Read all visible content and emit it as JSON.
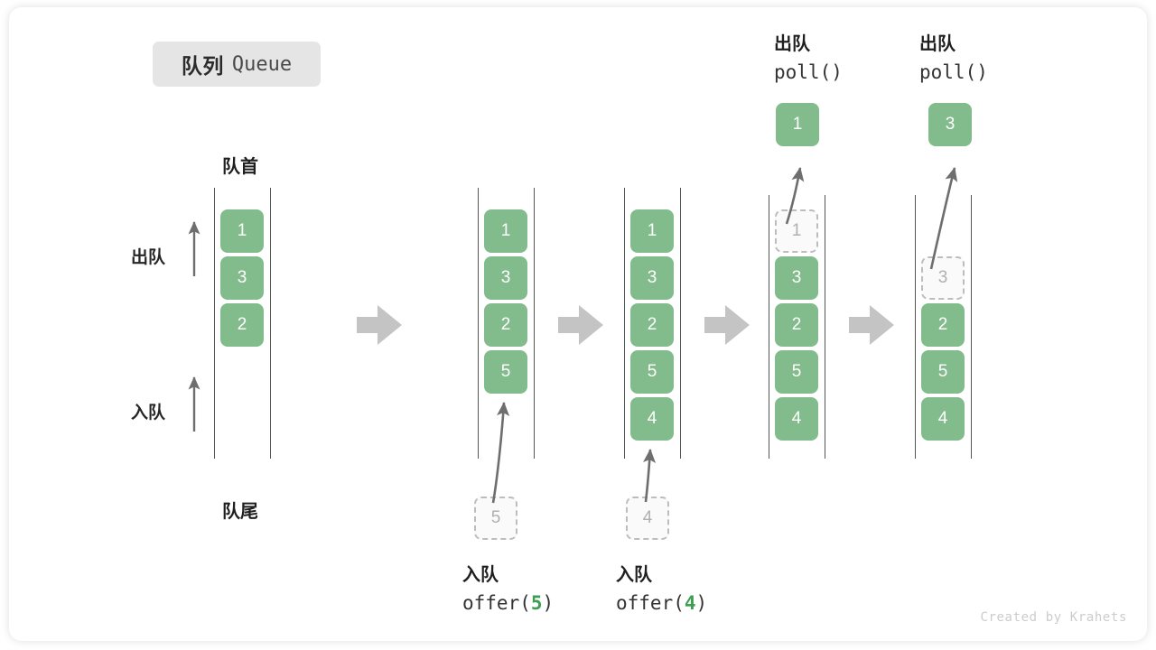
{
  "title": {
    "cn": "队列",
    "en": "Queue"
  },
  "labels": {
    "head": "队首",
    "tail": "队尾",
    "dequeue": "出队",
    "enqueue": "入队"
  },
  "watermark": "Created by Krahets",
  "colors": {
    "box_fill": "#82bc8c",
    "box_text": "#ffffff",
    "ghost_border": "#bdbdbd",
    "ghost_text": "#b0b0b0",
    "rail": "#555555",
    "flow_arrow": "#c4c4c4",
    "accent_green": "#3e9e52",
    "badge_bg": "#e5e5e5"
  },
  "stages": [
    {
      "id": "stage-1",
      "name": "initial-queue",
      "slots": [
        {
          "value": "1",
          "state": "filled"
        },
        {
          "value": "3",
          "state": "filled"
        },
        {
          "value": "2",
          "state": "filled"
        }
      ]
    },
    {
      "id": "stage-2",
      "name": "after-offer-5",
      "slots": [
        {
          "value": "1",
          "state": "filled"
        },
        {
          "value": "3",
          "state": "filled"
        },
        {
          "value": "2",
          "state": "filled"
        },
        {
          "value": "5",
          "state": "filled"
        }
      ],
      "external": {
        "value": "5",
        "state": "ghost",
        "position": "below"
      },
      "caption_cn": "入队",
      "caption_code_pre": "offer(",
      "caption_code_val": "5",
      "caption_code_post": ")"
    },
    {
      "id": "stage-3",
      "name": "after-offer-4",
      "slots": [
        {
          "value": "1",
          "state": "filled"
        },
        {
          "value": "3",
          "state": "filled"
        },
        {
          "value": "2",
          "state": "filled"
        },
        {
          "value": "5",
          "state": "filled"
        },
        {
          "value": "4",
          "state": "filled"
        }
      ],
      "external": {
        "value": "4",
        "state": "ghost",
        "position": "below"
      },
      "caption_cn": "入队",
      "caption_code_pre": "offer(",
      "caption_code_val": "4",
      "caption_code_post": ")"
    },
    {
      "id": "stage-4",
      "name": "after-poll-1",
      "slots": [
        {
          "value": "1",
          "state": "ghost"
        },
        {
          "value": "3",
          "state": "filled"
        },
        {
          "value": "2",
          "state": "filled"
        },
        {
          "value": "5",
          "state": "filled"
        },
        {
          "value": "4",
          "state": "filled"
        }
      ],
      "external": {
        "value": "1",
        "state": "filled",
        "position": "above"
      },
      "caption_cn": "出队",
      "caption_code_pre": "poll(",
      "caption_code_val": "",
      "caption_code_post": ")"
    },
    {
      "id": "stage-5",
      "name": "after-poll-3",
      "slots": [
        {
          "value": "",
          "state": "empty"
        },
        {
          "value": "3",
          "state": "ghost"
        },
        {
          "value": "2",
          "state": "filled"
        },
        {
          "value": "5",
          "state": "filled"
        },
        {
          "value": "4",
          "state": "filled"
        }
      ],
      "external": {
        "value": "3",
        "state": "filled",
        "position": "above"
      },
      "caption_cn": "出队",
      "caption_code_pre": "poll(",
      "caption_code_val": "",
      "caption_code_post": ")"
    }
  ]
}
